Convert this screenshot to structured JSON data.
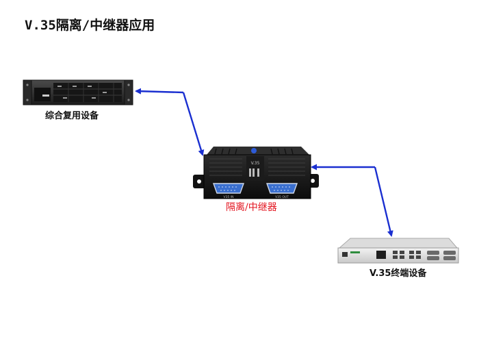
{
  "title": "V.35隔离/中继器应用",
  "devices": {
    "mux": {
      "label": "综合复用设备"
    },
    "repeater": {
      "label": "隔离/中继器",
      "port_in": "V35 IN",
      "port_out": "V35 OUT",
      "badge": "V.35"
    },
    "terminal": {
      "label": "V.35终端设备"
    }
  },
  "colors": {
    "arrow": "#1a2fd0",
    "accent_label": "#e3121d",
    "title": "#111111"
  }
}
